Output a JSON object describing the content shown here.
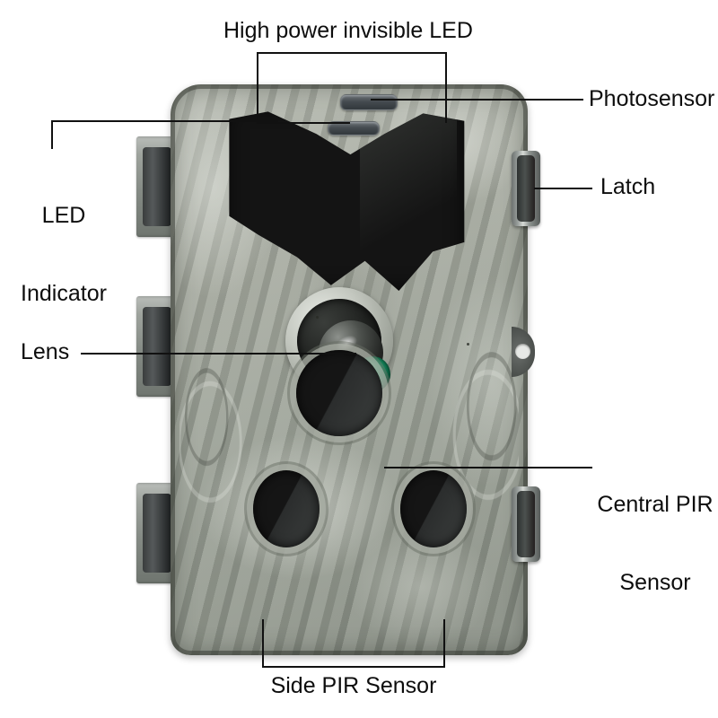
{
  "diagram": {
    "subject": "trail camera front view annotated parts diagram",
    "background_color": "#ffffff",
    "line_color": "#111111",
    "text_color": "#0d0d0d"
  },
  "annotations": [
    {
      "id": "high-power-invisible-led",
      "label": "High power invisible LED",
      "label_line_1": "High power invisible LED",
      "connector": "bracket-top"
    },
    {
      "id": "photosensor",
      "label": "Photosensor",
      "label_line_1": "Photosensor",
      "connector": "leader-right"
    },
    {
      "id": "led-indicator",
      "label": "LED Indicator",
      "label_line_1": "LED",
      "label_line_2": "Indicator",
      "connector": "leader-left-elbow"
    },
    {
      "id": "latch",
      "label": "Latch",
      "label_line_1": "Latch",
      "connector": "leader-right"
    },
    {
      "id": "lens",
      "label": "Lens",
      "label_line_1": "Lens",
      "connector": "leader-left"
    },
    {
      "id": "central-pir-sensor",
      "label": "Central PIR Sensor",
      "label_line_1": "Central PIR",
      "label_line_2": "Sensor",
      "connector": "leader-right"
    },
    {
      "id": "side-pir-sensor",
      "label": "Side PIR Sensor",
      "label_line_1": "Side PIR Sensor",
      "connector": "bracket-bottom"
    }
  ],
  "camera": {
    "name": "camouflage trail camera",
    "parts": {
      "hinges": 3,
      "latches": 2,
      "pir_apertures": 3,
      "lens": 1,
      "led_slot": 1,
      "photosensor_slot": 1,
      "side_port": 1
    },
    "colors": {
      "shell": "#9aa096",
      "shell_dark": "#7f857c",
      "visor": "#141414",
      "lens_glass": "#24b77e",
      "metal": "#8d9390"
    }
  }
}
